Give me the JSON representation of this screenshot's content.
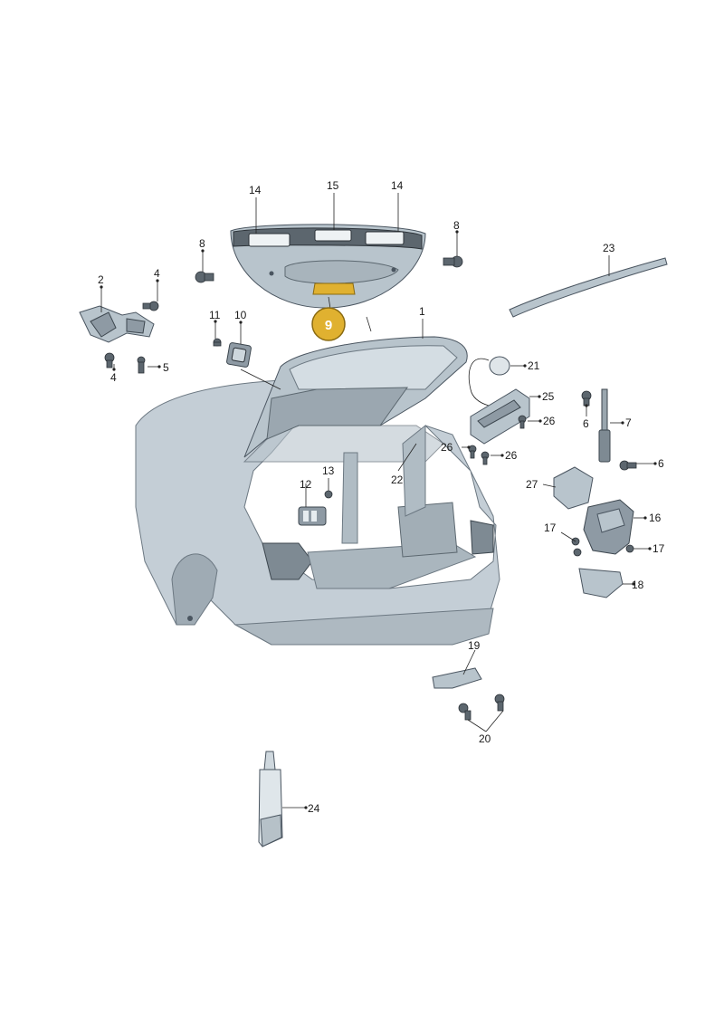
{
  "labels": {
    "l1": "1",
    "l2": "2",
    "l4a": "4",
    "l4b": "4",
    "l5": "5",
    "l6a": "6",
    "l6b": "6",
    "l7": "7",
    "l8a": "8",
    "l8b": "8",
    "l9": "9",
    "l10": "10",
    "l11": "11",
    "l12": "12",
    "l13": "13",
    "l14a": "14",
    "l14b": "14",
    "l15": "15",
    "l16": "16",
    "l17a": "17",
    "l17b": "17",
    "l18": "18",
    "l19": "19",
    "l20": "20",
    "l21": "21",
    "l22": "22",
    "l23": "23",
    "l24": "24",
    "l25": "25",
    "l26a": "26",
    "l26b": "26",
    "l26c": "26",
    "l27": "27"
  },
  "colors": {
    "highlight": "#e0b130",
    "highlight_border": "#8a6a10"
  }
}
